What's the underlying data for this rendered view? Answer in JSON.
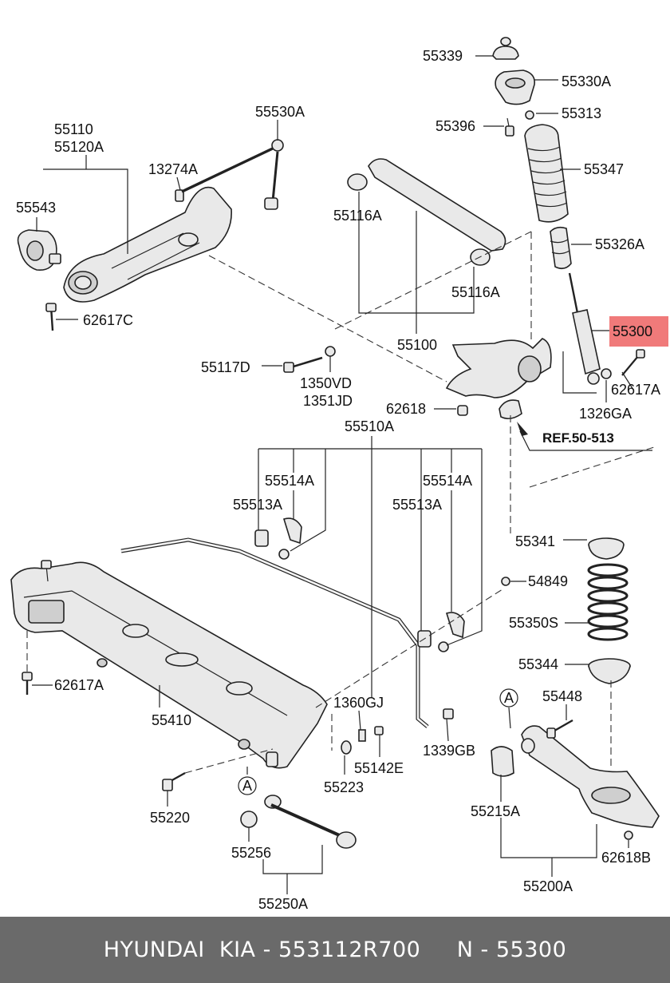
{
  "labels": {
    "p55339": "55339",
    "p55330A": "55330A",
    "p55313": "55313",
    "p55396": "55396",
    "p55347": "55347",
    "p55326A": "55326A",
    "p55300": "55300",
    "p62617A_top": "62617A",
    "p1326GA": "1326GA",
    "p55530A": "55530A",
    "p55110": "55110",
    "p55120A": "55120A",
    "p13274A": "13274A",
    "p55543": "55543",
    "p62617C": "62617C",
    "p55116A_1": "55116A",
    "p55116A_2": "55116A",
    "p55100": "55100",
    "p55117D": "55117D",
    "p1350VD": "1350VD",
    "p1351JD": "1351JD",
    "p62618": "62618",
    "ref": "REF.50-513",
    "p55510A": "55510A",
    "p55514A_1": "55514A",
    "p55513A_1": "55513A",
    "p55514A_2": "55514A",
    "p55513A_2": "55513A",
    "p55341": "55341",
    "p54849": "54849",
    "p55350S": "55350S",
    "p55344": "55344",
    "p62617A_bot": "62617A",
    "p55410": "55410",
    "p1360GJ": "1360GJ",
    "p55448": "55448",
    "p1339GB": "1339GB",
    "p55142E": "55142E",
    "p55223": "55223",
    "p55220": "55220",
    "p55215A": "55215A",
    "p55256": "55256",
    "p62618B": "62618B",
    "p55250A": "55250A",
    "p55200A": "55200A",
    "callout_a1": "A",
    "callout_a2": "A"
  },
  "highlight_color": "#f07a7a",
  "footer": {
    "brand": "HYUNDAI  KIA",
    "sep1": " - ",
    "part_number": "553112R700",
    "gap": "     ",
    "n_prefix": "N",
    "sep2": " - ",
    "n_value": "55300"
  }
}
